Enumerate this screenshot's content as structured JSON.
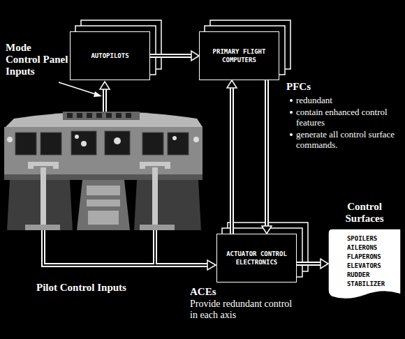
{
  "diagram": {
    "nodes": [
      {
        "text": [
          "AUTOPILOTS"
        ]
      },
      {
        "text": [
          "PRIMARY FLIGHT COMPUTERS"
        ]
      },
      {
        "text": [
          "ACTUATOR CONTROL ELECTRONICS"
        ]
      },
      {
        "text": [
          "Control Surfaces",
          "SPOILERS AILERONS FLAPERONS ELEVATORS RUDDER STABILIZER"
        ]
      }
    ],
    "edges": [
      {
        "from": 0,
        "to": 1,
        "arrow": "to"
      },
      {
        "from": 1,
        "to": 2,
        "arrow": "to"
      },
      {
        "from": 2,
        "to": 1,
        "arrow": "to"
      },
      {
        "from": 2,
        "to": 3,
        "arrow": "to"
      }
    ],
    "labels": [
      "Mode Control Panel Inputs",
      "PFCs",
      "redundant",
      "contain enhanced control features",
      "generate all control surface commands.",
      "Pilot Control Inputs",
      "ACEs",
      "Provide redundant control in each axis"
    ]
  }
}
